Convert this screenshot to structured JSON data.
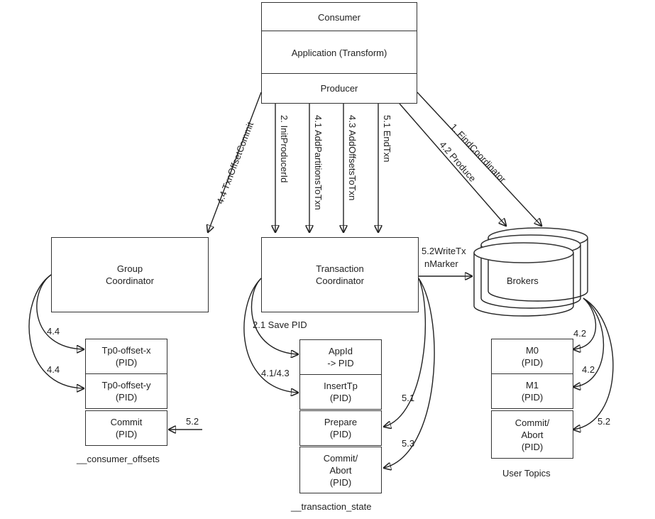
{
  "client": {
    "consumer": "Consumer",
    "application": "Application (Transform)",
    "producer": "Producer"
  },
  "group_coordinator": [
    "Group",
    "Coordinator"
  ],
  "transaction_coordinator": [
    "Transaction",
    "Coordinator"
  ],
  "brokers": "Brokers",
  "consumer_offsets": {
    "cells": [
      [
        "Tp0-offset-x",
        "(PID)"
      ],
      [
        "Tp0-offset-y",
        "(PID)"
      ],
      [
        "Commit",
        "(PID)"
      ]
    ],
    "caption": "__consumer_offsets"
  },
  "transaction_state": {
    "cells": [
      [
        "AppId",
        "-> PID"
      ],
      [
        "InsertTp",
        "(PID)"
      ],
      [
        "Prepare",
        "(PID)"
      ],
      [
        "Commit/",
        "Abort",
        "(PID)"
      ]
    ],
    "caption": "__transaction_state"
  },
  "user_topics": {
    "cells": [
      [
        "M0",
        "(PID)"
      ],
      [
        "M1",
        "(PID)"
      ],
      [
        "Commit/",
        "Abort",
        "(PID)"
      ]
    ],
    "caption": "User Topics"
  },
  "arrows": {
    "find_coordinator": "1. FindCoordinator",
    "produce": "4.2 Produce",
    "init_producer_id": "2. InitProducerId",
    "add_partitions": "4.1 AddPartitionsToTxn",
    "add_offsets": "4.3 AddOffsetsToTxn",
    "end_txn": "5.1 EndTxn",
    "txn_offset_commit": "4.4 TxnOffsetCommit",
    "write_marker_1": "5.2WriteTx",
    "write_marker_2": "nMarker",
    "save_pid": "2.1 Save PID",
    "g44a": "4.4",
    "g44b": "4.4",
    "g52": "5.2",
    "t4143": "4.1/4.3",
    "t51": "5.1",
    "t53": "5.3",
    "u42a": "4.2",
    "u42b": "4.2",
    "u52": "5.2"
  }
}
